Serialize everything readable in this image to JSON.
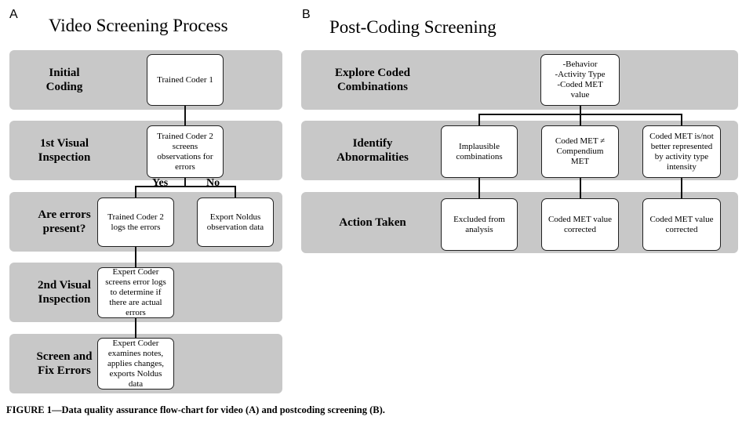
{
  "panel_a": {
    "letter": "A",
    "title": "Video Screening Process",
    "stages": [
      {
        "label": "Initial\nCoding",
        "boxes": [
          "Trained Coder 1"
        ]
      },
      {
        "label": "1st Visual\nInspection",
        "boxes": [
          "Trained Coder 2\nscreens\nobservations for\nerrors"
        ]
      },
      {
        "label": "Are errors\npresent?",
        "boxes": [
          "Trained Coder 2\nlogs the errors",
          "Export Noldus\nobservation data"
        ]
      },
      {
        "label": "2nd Visual\nInspection",
        "boxes": [
          "Expert Coder\nscreens error logs\nto determine if\nthere are actual\nerrors"
        ]
      },
      {
        "label": "Screen and\nFix Errors",
        "boxes": [
          "Expert Coder\nexamines notes,\napplies changes,\nexports Noldus\ndata"
        ]
      }
    ],
    "branch_yes": "Yes",
    "branch_no": "No"
  },
  "panel_b": {
    "letter": "B",
    "title": "Post-Coding Screening",
    "stages": [
      {
        "label": "Explore Coded\nCombinations",
        "boxes": [
          "-Behavior\n-Activity Type\n-Coded MET\nvalue"
        ]
      },
      {
        "label": "Identify\nAbnormalities",
        "boxes": [
          "Implausible\ncombinations",
          "Coded MET ≠\nCompendium\nMET",
          "Coded MET is/not\nbetter represented\nby activity type\nintensity"
        ]
      },
      {
        "label": "Action Taken",
        "boxes": [
          "Excluded from\nanalysis",
          "Coded MET value\ncorrected",
          "Coded MET value\ncorrected"
        ]
      }
    ]
  },
  "caption": "FIGURE 1—Data quality assurance flow-chart for video (A) and postcoding screening (B)."
}
